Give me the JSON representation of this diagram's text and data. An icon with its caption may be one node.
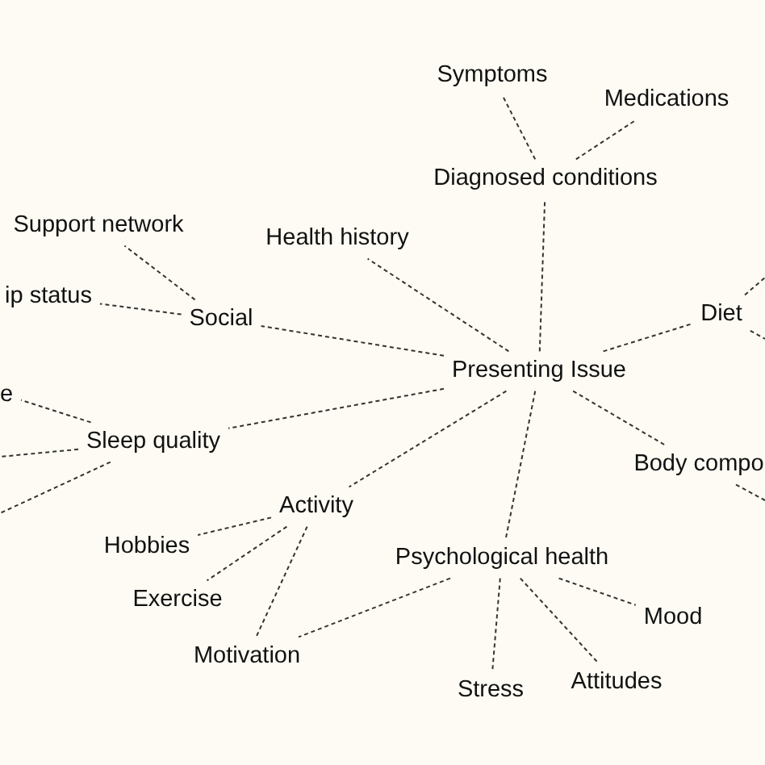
{
  "diagram": {
    "nodes": [
      {
        "text": [
          "Presenting Issue"
        ]
      },
      {
        "text": [
          "Diagnosed conditions"
        ]
      },
      {
        "text": [
          "Symptoms"
        ]
      },
      {
        "text": [
          "Medications"
        ]
      },
      {
        "text": [
          "Health history"
        ]
      },
      {
        "text": [
          "Social"
        ]
      },
      {
        "text": [
          "Support network"
        ]
      },
      {
        "text": [
          "ip status"
        ]
      },
      {
        "text": [
          "Sleep quality"
        ]
      },
      {
        "text": [
          "e"
        ]
      },
      {
        "text": [
          "Activity"
        ]
      },
      {
        "text": [
          "Hobbies"
        ]
      },
      {
        "text": [
          "Exercise"
        ]
      },
      {
        "text": [
          "Motivation"
        ]
      },
      {
        "text": [
          "Psychological health"
        ]
      },
      {
        "text": [
          "Stress"
        ]
      },
      {
        "text": [
          "Attitudes"
        ]
      },
      {
        "text": [
          "Mood"
        ]
      },
      {
        "text": [
          "Diet"
        ]
      },
      {
        "text": [
          "Body compo"
        ]
      }
    ],
    "edges": [
      {
        "from": 0,
        "to": 1,
        "arrow": "none",
        "style": "dashed"
      },
      {
        "from": 1,
        "to": 2,
        "arrow": "none",
        "style": "dashed"
      },
      {
        "from": 1,
        "to": 3,
        "arrow": "none",
        "style": "dashed"
      },
      {
        "from": 0,
        "to": 4,
        "arrow": "none",
        "style": "dashed"
      },
      {
        "from": 0,
        "to": 5,
        "arrow": "none",
        "style": "dashed"
      },
      {
        "from": 5,
        "to": 6,
        "arrow": "none",
        "style": "dashed"
      },
      {
        "from": 5,
        "to": 7,
        "arrow": "none",
        "style": "dashed"
      },
      {
        "from": 0,
        "to": 8,
        "arrow": "none",
        "style": "dashed"
      },
      {
        "from": 8,
        "to": 9,
        "arrow": "none",
        "style": "dashed"
      },
      {
        "from": 8,
        "to": null,
        "arrow": "none",
        "style": "dashed"
      },
      {
        "from": 8,
        "to": null,
        "arrow": "none",
        "style": "dashed"
      },
      {
        "from": 0,
        "to": 10,
        "arrow": "none",
        "style": "dashed"
      },
      {
        "from": 10,
        "to": 11,
        "arrow": "none",
        "style": "dashed"
      },
      {
        "from": 10,
        "to": 12,
        "arrow": "none",
        "style": "dashed"
      },
      {
        "from": 10,
        "to": 13,
        "arrow": "none",
        "style": "dashed"
      },
      {
        "from": 0,
        "to": 14,
        "arrow": "none",
        "style": "dashed"
      },
      {
        "from": 14,
        "to": 13,
        "arrow": "none",
        "style": "dashed"
      },
      {
        "from": 14,
        "to": 15,
        "arrow": "none",
        "style": "dashed"
      },
      {
        "from": 14,
        "to": 16,
        "arrow": "none",
        "style": "dashed"
      },
      {
        "from": 14,
        "to": 17,
        "arrow": "none",
        "style": "dashed"
      },
      {
        "from": 0,
        "to": 18,
        "arrow": "none",
        "style": "dashed"
      },
      {
        "from": 18,
        "to": null,
        "arrow": "none",
        "style": "dashed"
      },
      {
        "from": 18,
        "to": null,
        "arrow": "none",
        "style": "dashed"
      },
      {
        "from": 0,
        "to": 19,
        "arrow": "none",
        "style": "dashed"
      },
      {
        "from": 19,
        "to": null,
        "arrow": "none",
        "style": "dashed"
      }
    ]
  }
}
